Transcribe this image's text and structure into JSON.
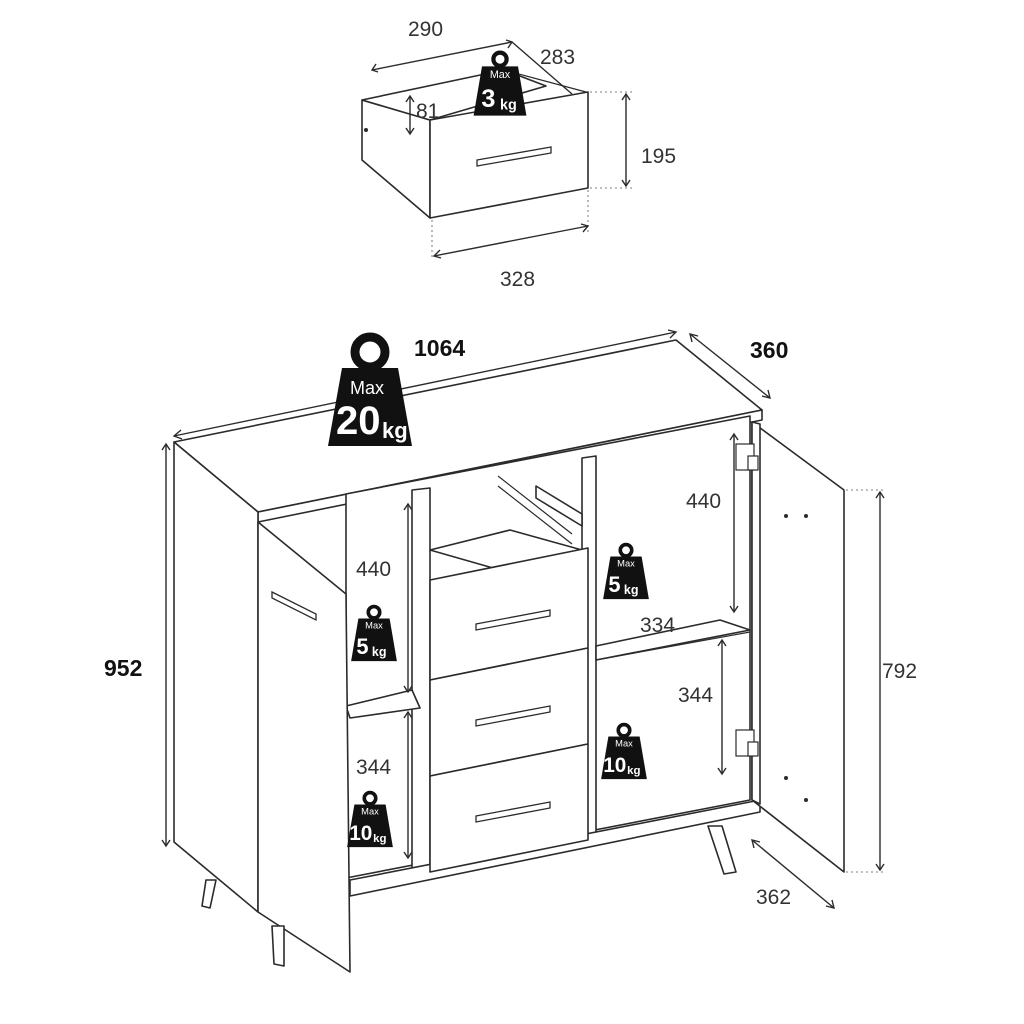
{
  "drawer": {
    "depth_top": "290",
    "depth_side": "283",
    "inner_height": "81",
    "front_height": "195",
    "front_width": "328",
    "weight": {
      "max_label": "Max",
      "value": "3",
      "unit": "kg"
    }
  },
  "cabinet": {
    "width": "1064",
    "depth": "360",
    "height": "952",
    "door_height": "792",
    "door_width": "362",
    "top_weight": {
      "max_label": "Max",
      "value": "20",
      "unit": "kg"
    },
    "left_compartment": {
      "upper_height": "440",
      "lower_height": "344",
      "shelf_weight": {
        "max_label": "Max",
        "value": "5",
        "unit": "kg"
      },
      "bottom_weight": {
        "max_label": "Max",
        "value": "10",
        "unit": "kg"
      }
    },
    "right_compartment": {
      "upper_height": "440",
      "lower_height": "344",
      "shelf_depth": "334",
      "shelf_weight": {
        "max_label": "Max",
        "value": "5",
        "unit": "kg"
      },
      "bottom_weight": {
        "max_label": "Max",
        "value": "10",
        "unit": "kg"
      }
    }
  }
}
